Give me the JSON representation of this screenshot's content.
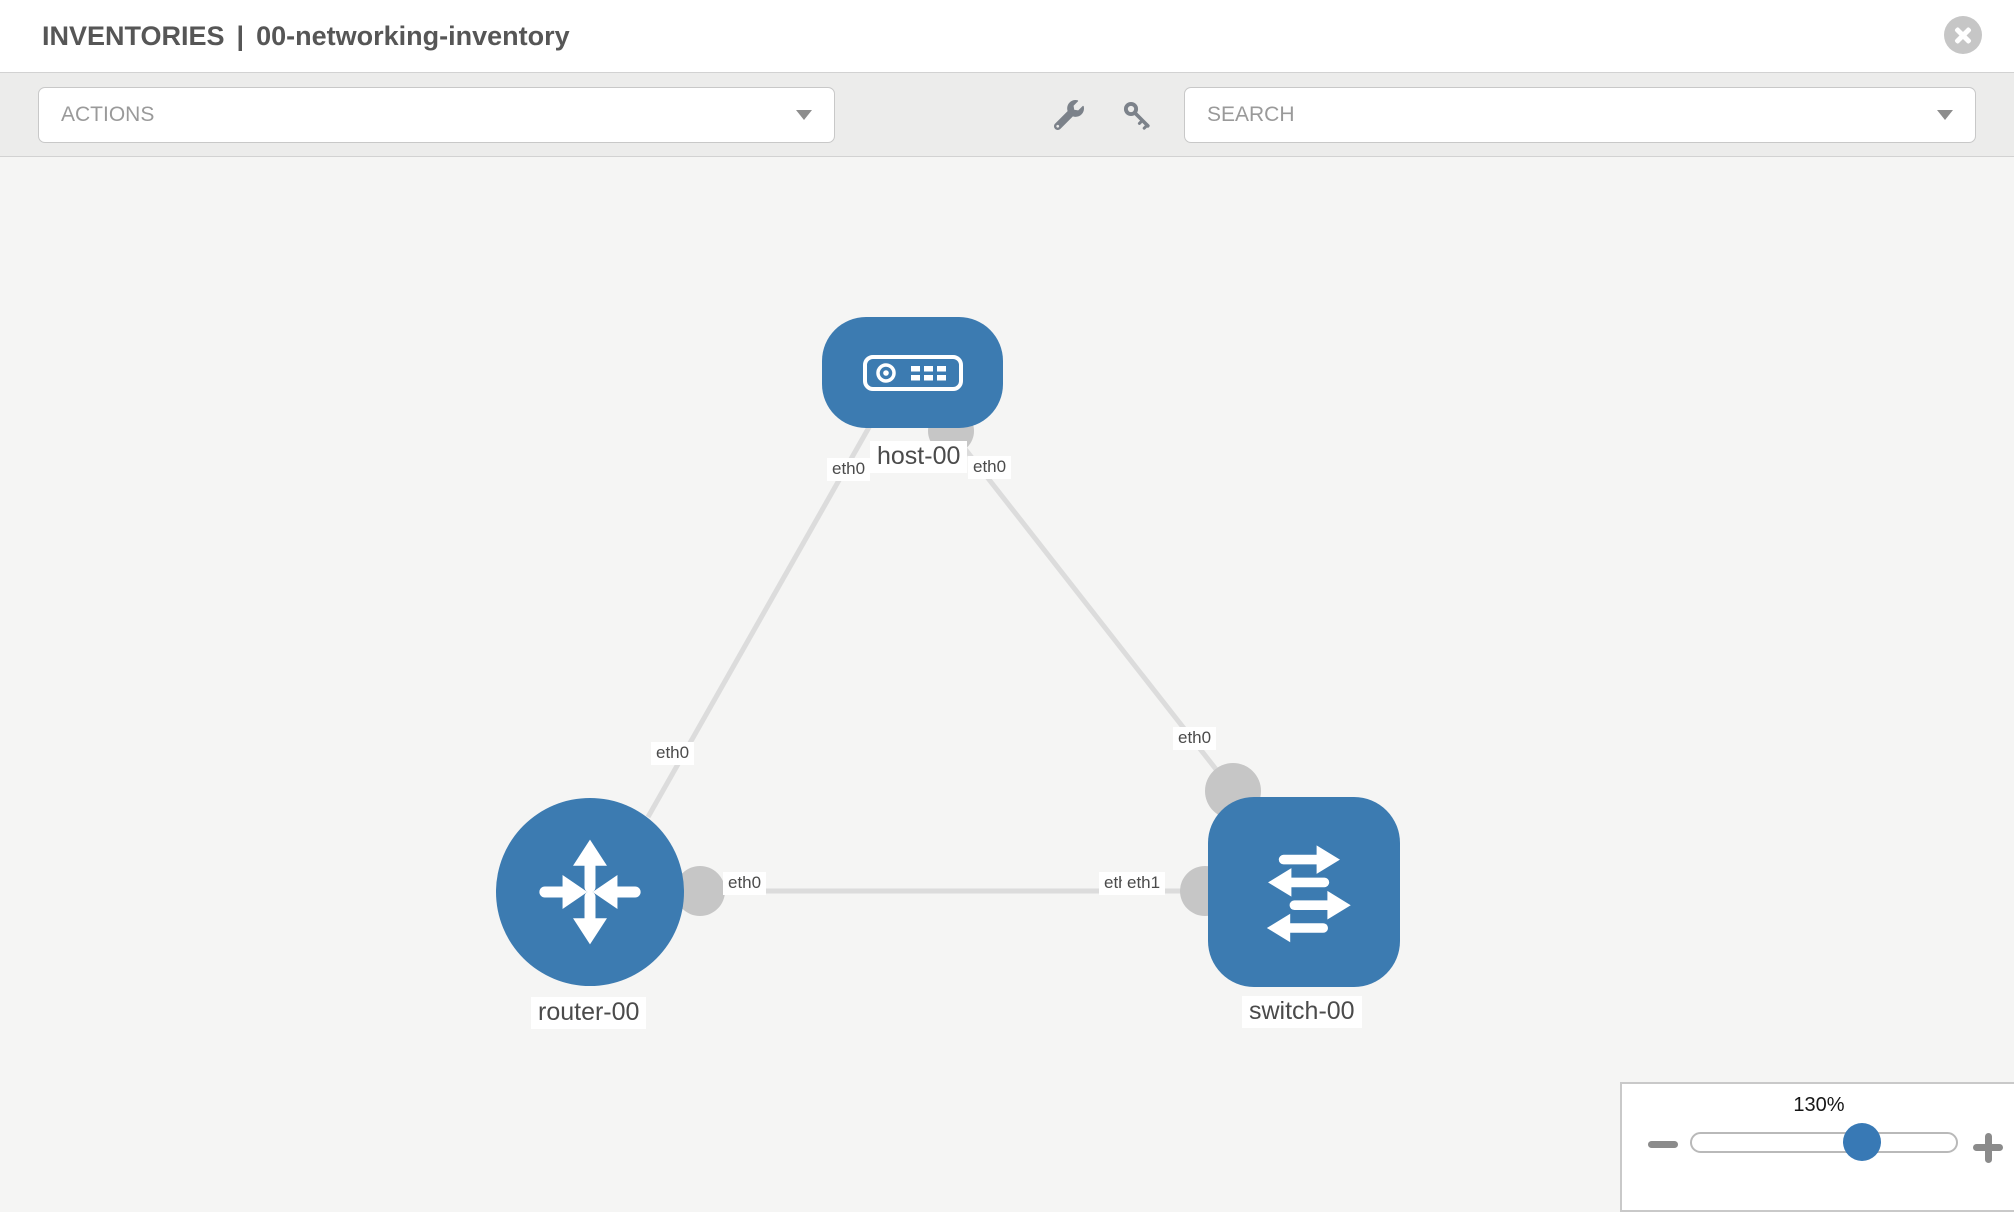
{
  "window": {
    "title_section": "INVENTORIES",
    "title_divider": "|",
    "title_name": "00-networking-inventory",
    "close_icon": "x-circle"
  },
  "toolbar": {
    "actions_placeholder": "ACTIONS",
    "search_placeholder": "SEARCH",
    "tool_icons": [
      "wrench-icon",
      "key-icon"
    ]
  },
  "topology": {
    "nodes": [
      {
        "id": "host-00",
        "label": "host-00",
        "type": "host",
        "icon": "host-device-icon"
      },
      {
        "id": "router-00",
        "label": "router-00",
        "type": "router",
        "icon": "router-arrows-icon"
      },
      {
        "id": "switch-00",
        "label": "switch-00",
        "type": "switch",
        "icon": "switch-arrows-icon"
      }
    ],
    "links": [
      {
        "source": "host-00",
        "source_interface": "eth0",
        "target": "router-00",
        "target_interface": "eth0"
      },
      {
        "source": "host-00",
        "source_interface": "eth0",
        "target": "switch-00",
        "target_interface": "eth0"
      },
      {
        "source": "router-00",
        "source_interface": "eth0",
        "target": "switch-00",
        "target_interface": "eth1"
      }
    ],
    "interface_chips": [
      {
        "id": "host-left",
        "text": "eth0"
      },
      {
        "id": "host-right",
        "text": "eth0"
      },
      {
        "id": "router-top",
        "text": "eth0"
      },
      {
        "id": "router-right",
        "text": "eth0"
      },
      {
        "id": "switch-top",
        "text": "eth0"
      },
      {
        "id": "switch-left-hidden",
        "text": "eth0"
      },
      {
        "id": "switch-left",
        "text": "eth1"
      }
    ]
  },
  "zoom_panel": {
    "level": "130%",
    "zoom_out_icon": "minus",
    "zoom_in_icon": "plus"
  },
  "colors": {
    "node_fill": "#3c7bb1",
    "connector_gray": "#c6c6c6",
    "link_gray": "#dcdcdc",
    "slider_knob_blue": "#3879b5",
    "toolbar_bg": "#ececeb",
    "canvas_bg": "#f5f5f4",
    "chip_text": "#4b4b4b",
    "title_text": "#565656"
  }
}
